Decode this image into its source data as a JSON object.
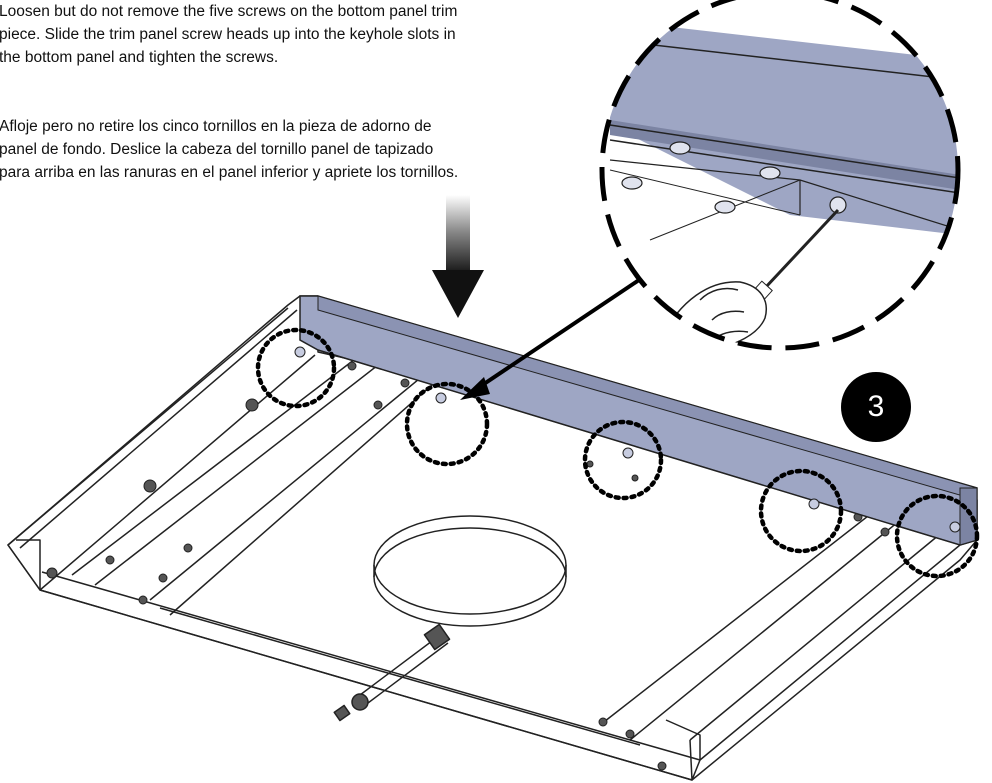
{
  "instructions": {
    "english": "Loosen but do not remove the five screws on the bottom panel  trim\npiece. Slide the trim panel screw heads up into the keyhole slots in\nthe bottom panel and tighten the screws.",
    "spanish": "Afloje pero no retire los cinco tornillos en la pieza de adorno de\npanel de fondo. Deslice la cabeza del tornillo panel de tapizado\npara arriba en las ranuras en el panel inferior y apriete los tornillos."
  },
  "step": {
    "number": "3"
  },
  "icons": {
    "down_arrow": "down-arrow-icon",
    "hand": "hand-icon",
    "screwdriver": "screwdriver-icon"
  },
  "colors": {
    "trim_panel": "#9ea6c4",
    "trim_panel_dark": "#7c84a3",
    "line": "#222222",
    "badge": "#000000"
  }
}
